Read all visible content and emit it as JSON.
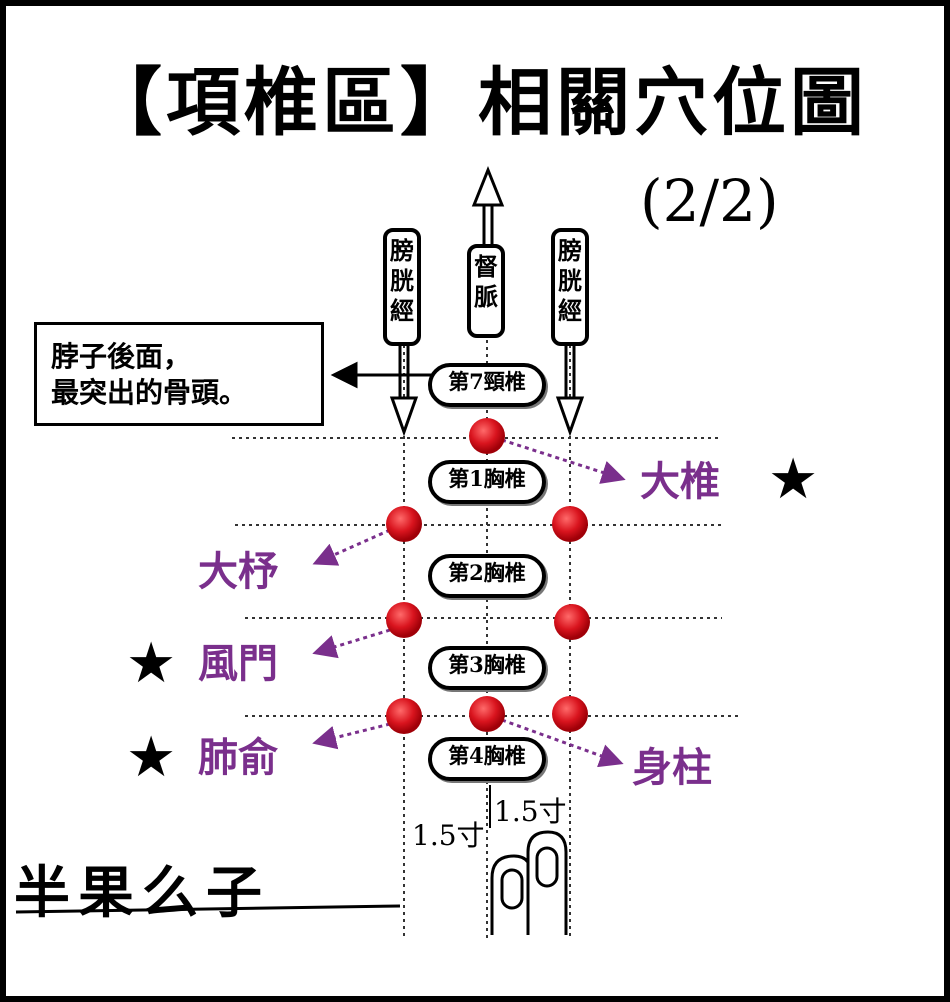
{
  "title": "【項椎區】相關穴位圖",
  "page_indicator": "(2/2)",
  "callout": {
    "line1": "脖子後面，",
    "line2": "最突出的骨頭。"
  },
  "meridians": {
    "left": "膀胱經",
    "center": "督脈",
    "right": "膀胱經"
  },
  "vertebrae": [
    "第7頸椎",
    "第1胸椎",
    "第2胸椎",
    "第3胸椎",
    "第4胸椎"
  ],
  "acupoints": {
    "dazhui": "大椎",
    "dazhu": "大杼",
    "fengmen": "風門",
    "feishu": "肺俞",
    "shenzhu": "身柱"
  },
  "star": "★",
  "measure": {
    "left": "1.5寸",
    "right": "1.5寸"
  },
  "signature": "半果么子",
  "colors": {
    "point": "#d9141e",
    "label": "#7a2f8c",
    "line": "#000000"
  }
}
